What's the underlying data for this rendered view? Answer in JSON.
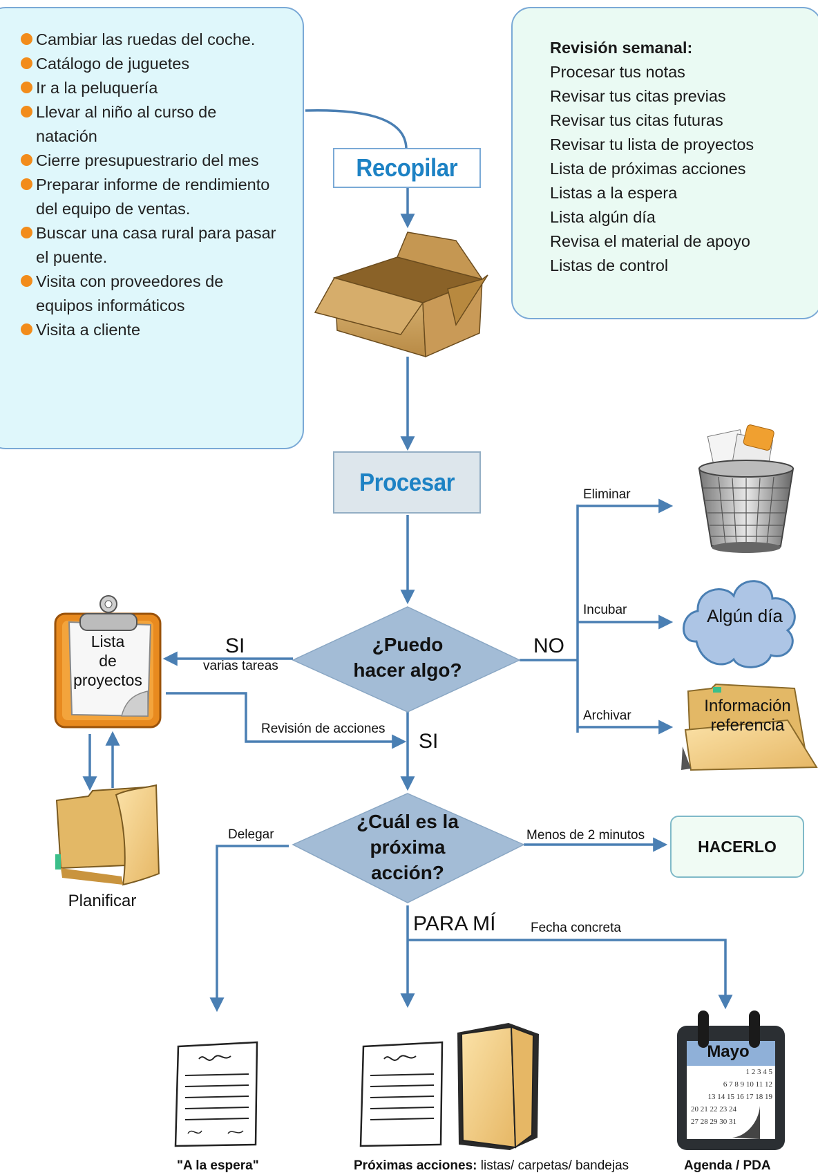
{
  "tasks": [
    "Cambiar las ruedas del coche.",
    "Catálogo de juguetes",
    "Ir a la peluquería",
    "Llevar al niño al curso de natación",
    "Cierre presupuestrario del mes",
    "Preparar informe de rendimiento del equipo de ventas.",
    "Buscar una casa rural para pasar el puente.",
    "Visita con proveedores de equipos informáticos",
    "Visita a cliente"
  ],
  "review": {
    "title": "Revisión semanal:",
    "items": [
      "Procesar tus notas",
      "Revisar tus citas previas",
      "Revisar tus citas futuras",
      "Revisar tu lista de proyectos",
      "Lista de próximas acciones",
      "Listas a la espera",
      "Lista algún día",
      "Revisa el material de apoyo",
      "Listas de control"
    ]
  },
  "stages": {
    "collect": "Recopilar",
    "process": "Procesar"
  },
  "decision1": {
    "line1": "¿Puedo",
    "line2": "hacer algo?"
  },
  "decision2": {
    "line1": "¿Cuál es la",
    "line2": "próxima",
    "line3": "acción?"
  },
  "labels": {
    "si_left": "SI",
    "varias_tareas": "varias tareas",
    "no": "NO",
    "eliminar": "Eliminar",
    "incubar": "Incubar",
    "archivar": "Archivar",
    "revision_acciones": "Revisión de acciones",
    "si_down": "SI",
    "delegar": "Delegar",
    "menos_2_min": "Menos de 2 minutos",
    "para_mi": "PARA MÍ",
    "fecha_concreta": "Fecha concreta"
  },
  "outcomes": {
    "project_list": {
      "line1": "Lista",
      "line2": "de",
      "line3": "proyectos"
    },
    "planificar": "Planificar",
    "algun_dia": "Algún día",
    "informacion": {
      "line1": "Información",
      "line2": "referencia"
    },
    "hacerlo": "HACERLO",
    "a_la_espera": "\"A la espera\"",
    "proximas_bold": "Próximas acciones:",
    "proximas_rest": " listas/ carpetas/ bandejas",
    "agenda": "Agenda / PDA",
    "calendar_month": "Mayo",
    "calendar_rows": [
      "1 2 3 4 5",
      "6 7 8 9 10 11 12",
      "13 14 15 16 17 18 19",
      "20 21 22 23 24",
      "27 28 29 30 31"
    ]
  },
  "colors": {
    "arrow": "#4a7fb3",
    "diamond": "#a3bcd6",
    "accent_text": "#1d82c4",
    "bullet": "#f28c1b"
  }
}
